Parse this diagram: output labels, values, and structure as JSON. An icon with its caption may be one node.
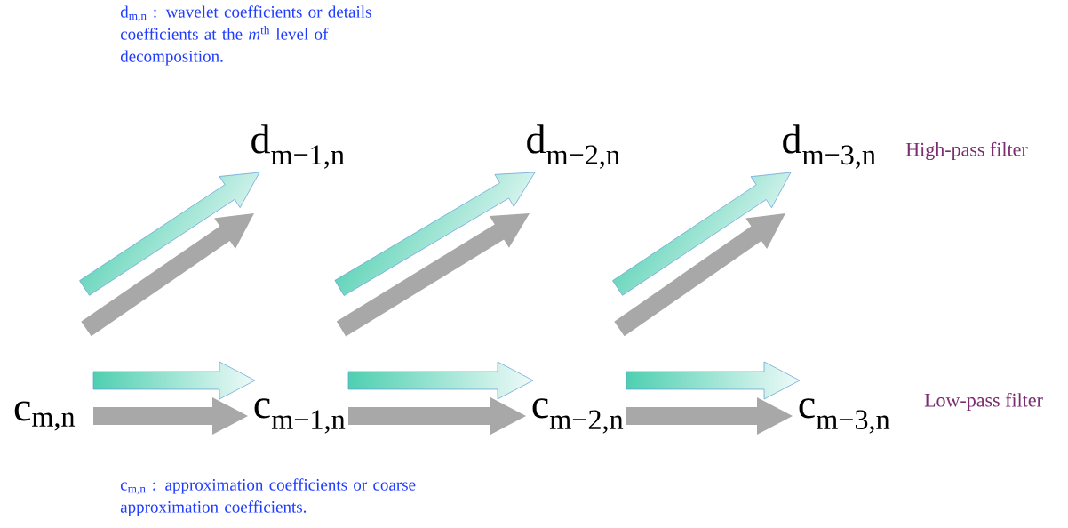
{
  "diagram": {
    "nodes": [
      {
        "text": [
          "c$_{m,n}$"
        ]
      },
      {
        "text": [
          "c$_{m−1,n}$"
        ]
      },
      {
        "text": [
          "c$_{m−2,n}$"
        ]
      },
      {
        "text": [
          "c$_{m−3,n}$"
        ]
      },
      {
        "text": [
          "d$_{m−1,n}$"
        ]
      },
      {
        "text": [
          "d$_{m−2,n}$"
        ]
      },
      {
        "text": [
          "d$_{m−3,n}$"
        ]
      }
    ],
    "edges": [
      {
        "from": 0,
        "to": 1,
        "arrow": "to"
      },
      {
        "from": 1,
        "to": 2,
        "arrow": "to"
      },
      {
        "from": 2,
        "to": 3,
        "arrow": "to"
      },
      {
        "from": 0,
        "to": 4,
        "arrow": "to"
      },
      {
        "from": 1,
        "to": 5,
        "arrow": "to"
      },
      {
        "from": 2,
        "to": 6,
        "arrow": "to"
      }
    ],
    "labels": [
      "d$_{m,n}$ : wavelet coefficients or details coefficients at the *m*$^{th}$ level of decomposition.",
      "High-pass filter",
      "Low-pass filter",
      "c$_{m,n}$ : approximation coefficients or coarse approximation coefficients."
    ]
  }
}
